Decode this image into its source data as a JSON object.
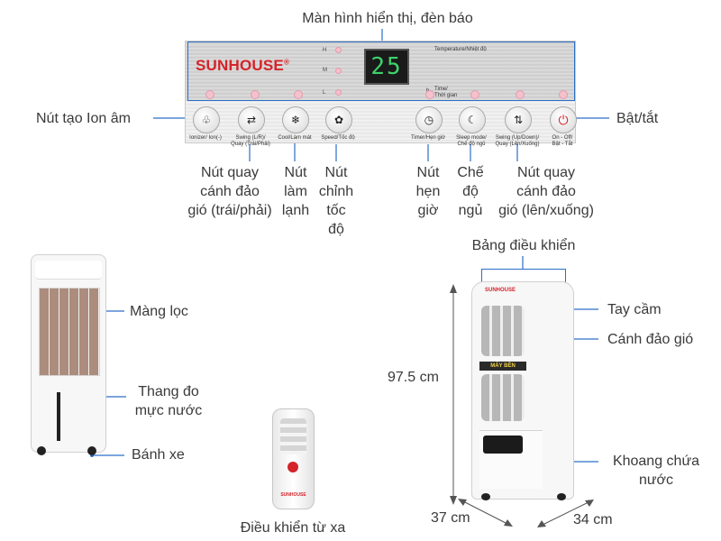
{
  "labels": {
    "display": "Màn hình hiển thị, đèn báo",
    "ion": "Nút tạo Ion âm",
    "power": "Bật/tắt",
    "swing_lr": [
      "Nút quay",
      "cánh đảo",
      "gió (trái/phải)"
    ],
    "cool": [
      "Nút",
      "làm",
      "lạnh"
    ],
    "speed": [
      "Nút",
      "chỉnh",
      "tốc",
      "độ"
    ],
    "timer": [
      "Nút",
      "hẹn",
      "giờ"
    ],
    "sleep": [
      "Chế",
      "độ",
      "ngủ"
    ],
    "swing_ud": [
      "Nút quay",
      "cánh đảo",
      "gió (lên/xuống)"
    ],
    "control_panel": "Bảng điều khiển",
    "filter": "Màng lọc",
    "water_gauge": [
      "Thang đo",
      "mực nước"
    ],
    "wheels": "Bánh xe",
    "remote": "Điều khiển từ xa",
    "handle": "Tay cầm",
    "louver": "Cánh đảo gió",
    "water_tank": [
      "Khoang chứa",
      "nước"
    ],
    "height": "97.5 cm",
    "width": "37 cm",
    "depth": "34 cm"
  },
  "panel": {
    "brand": "SUNHOUSE",
    "brand_mark": "®",
    "lcd_value": "25",
    "h": "H",
    "m": "M",
    "l": "L",
    "temp_label": "Temperature/Nhiệt độ",
    "time_label_1": "Time/",
    "time_label_2": "Thời gian",
    "time_h": "h",
    "buttons": {
      "ionizer": [
        "Ionizer/ Ion(-)"
      ],
      "swing_lr": [
        "Swing (L/R)/",
        "Quay (Trái/Phải)"
      ],
      "cool": [
        "Cool/Làm mát"
      ],
      "speed": [
        "Speed/Tốc độ"
      ],
      "timer": [
        "Timer/Hẹn giờ"
      ],
      "sleep": [
        "Sleep mode/",
        "Chế độ ngủ"
      ],
      "swing_ud": [
        "Swing (Up/Down)/",
        "Quay (Lên/Xuống)"
      ],
      "power": [
        "On - Off/",
        "Bật - Tắt"
      ]
    }
  },
  "product": {
    "brand": "SUNHOUSE",
    "sticker": "MÁY BỀN"
  },
  "colors": {
    "brand_red": "#d4232a",
    "callout_blue": "#2b6fc6",
    "lcd_green": "#3fd16b"
  }
}
